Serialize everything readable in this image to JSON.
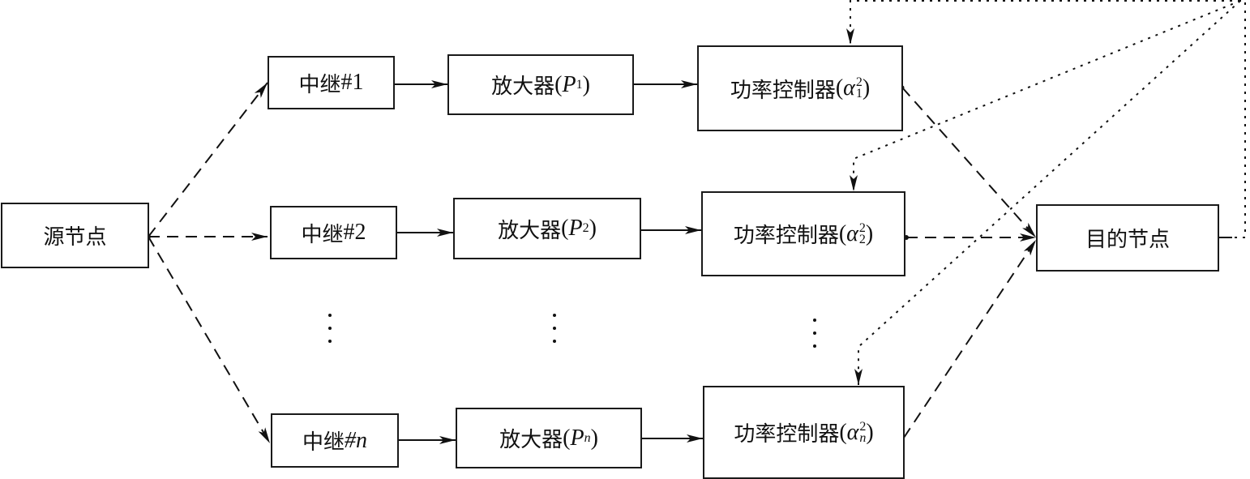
{
  "diagram": {
    "type": "relay-power-control-block-diagram",
    "source_node": {
      "label": "源节点"
    },
    "destination_node": {
      "label": "目的节点"
    },
    "relays": [
      {
        "relay_label": "中继",
        "relay_suffix": "#1",
        "amp_label": "放大器",
        "amp_var": "P",
        "amp_sub": "1",
        "pc_label": "功率控制器",
        "pc_var": "α",
        "pc_sup": "2",
        "pc_sub": "1"
      },
      {
        "relay_label": "中继",
        "relay_suffix": "#2",
        "amp_label": "放大器",
        "amp_var": "P",
        "amp_sub": "2",
        "pc_label": "功率控制器",
        "pc_var": "α",
        "pc_sup": "2",
        "pc_sub": "2"
      },
      {
        "relay_label": "中继",
        "relay_suffix": "#n",
        "amp_label": "放大器",
        "amp_var": "P",
        "amp_sub": "n",
        "pc_label": "功率控制器",
        "pc_var": "α",
        "pc_sup": "2",
        "pc_sub": "n"
      }
    ],
    "ellipsis": "⋮",
    "edges": [
      {
        "from": "源节点",
        "to": "中继#1",
        "style": "dashed"
      },
      {
        "from": "源节点",
        "to": "中继#2",
        "style": "dashed"
      },
      {
        "from": "源节点",
        "to": "中继#n",
        "style": "dashed"
      },
      {
        "from": "中继#1",
        "to": "放大器(P1)",
        "style": "solid"
      },
      {
        "from": "中继#2",
        "to": "放大器(P2)",
        "style": "solid"
      },
      {
        "from": "中继#n",
        "to": "放大器(Pn)",
        "style": "solid"
      },
      {
        "from": "放大器(P1)",
        "to": "功率控制器(α1²)",
        "style": "solid"
      },
      {
        "from": "放大器(P2)",
        "to": "功率控制器(α2²)",
        "style": "solid"
      },
      {
        "from": "放大器(Pn)",
        "to": "功率控制器(αn²)",
        "style": "solid"
      },
      {
        "from": "功率控制器(α1²)",
        "to": "目的节点",
        "style": "dashed"
      },
      {
        "from": "功率控制器(α2²)",
        "to": "目的节点",
        "style": "dashed"
      },
      {
        "from": "功率控制器(αn²)",
        "to": "目的节点",
        "style": "dashed"
      },
      {
        "from": "目的节点",
        "to": "功率控制器(α1²)",
        "style": "dotted",
        "role": "feedback"
      },
      {
        "from": "目的节点",
        "to": "功率控制器(α2²)",
        "style": "dotted",
        "role": "feedback"
      },
      {
        "from": "目的节点",
        "to": "功率控制器(αn²)",
        "style": "dotted",
        "role": "feedback"
      }
    ]
  }
}
